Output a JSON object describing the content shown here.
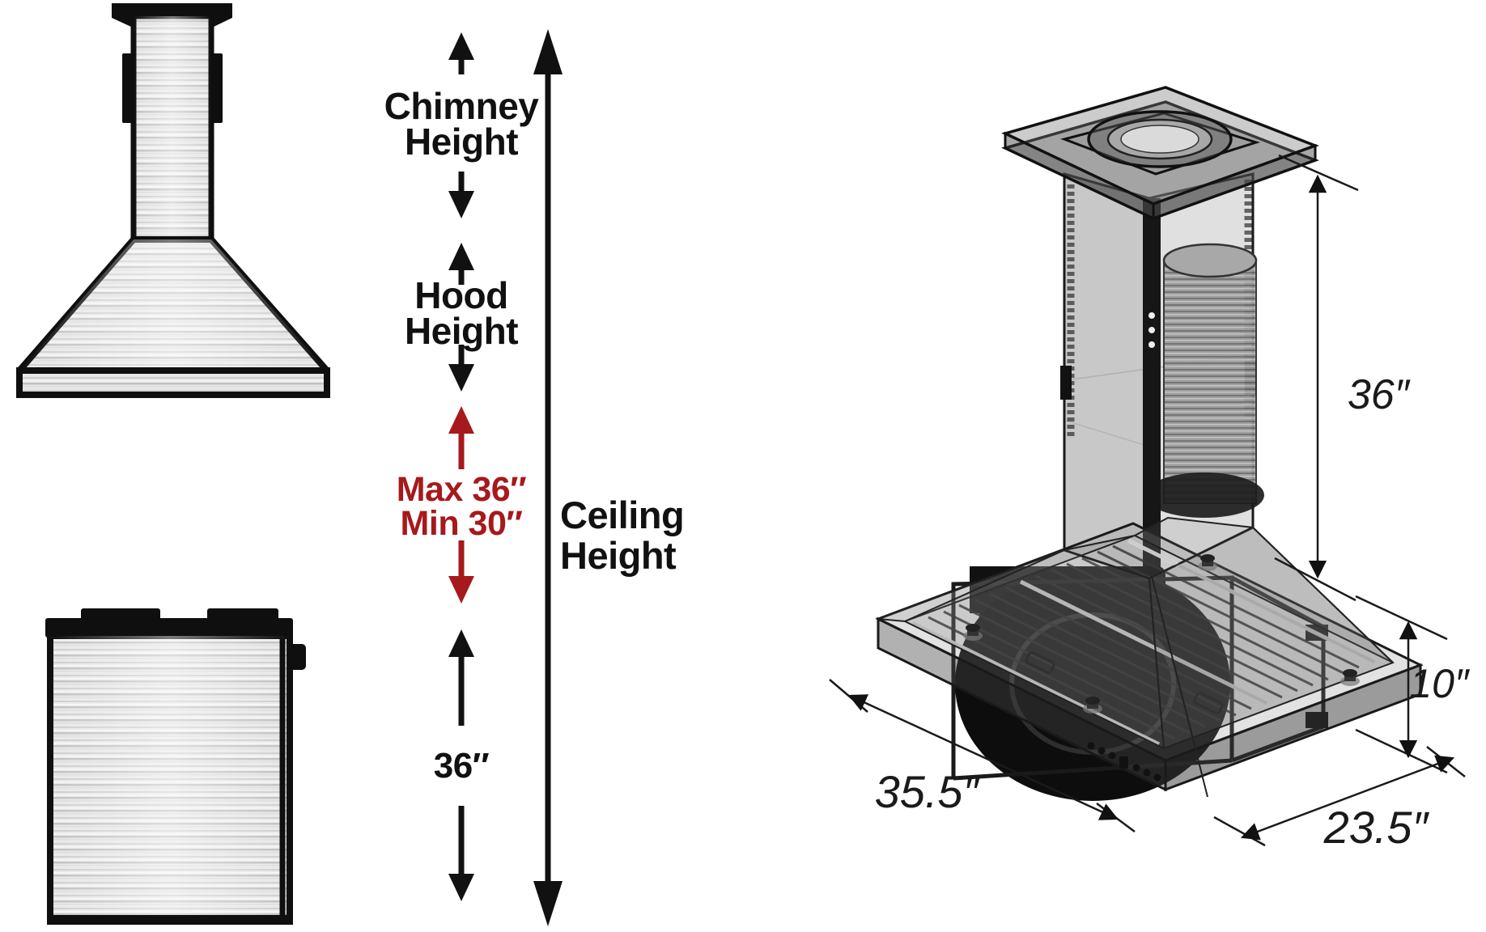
{
  "diagram": {
    "title": "range-hood-installation-clearance-diagram",
    "clearance_labels": {
      "chimney_height": "Chimney Height",
      "hood_height": "Hood Height",
      "max_clearance": "Max 36″",
      "min_clearance": "Min 30″",
      "countertop_clearance": "36″",
      "ceiling_height": "Ceiling Height"
    },
    "island_hood_dimensions": {
      "height": "36″",
      "body_height": "10″",
      "width": "35.5″",
      "depth": "23.5″"
    },
    "colors": {
      "annotation_black": "#111111",
      "clearance_red": "#A6191C",
      "background": "#ffffff"
    }
  }
}
